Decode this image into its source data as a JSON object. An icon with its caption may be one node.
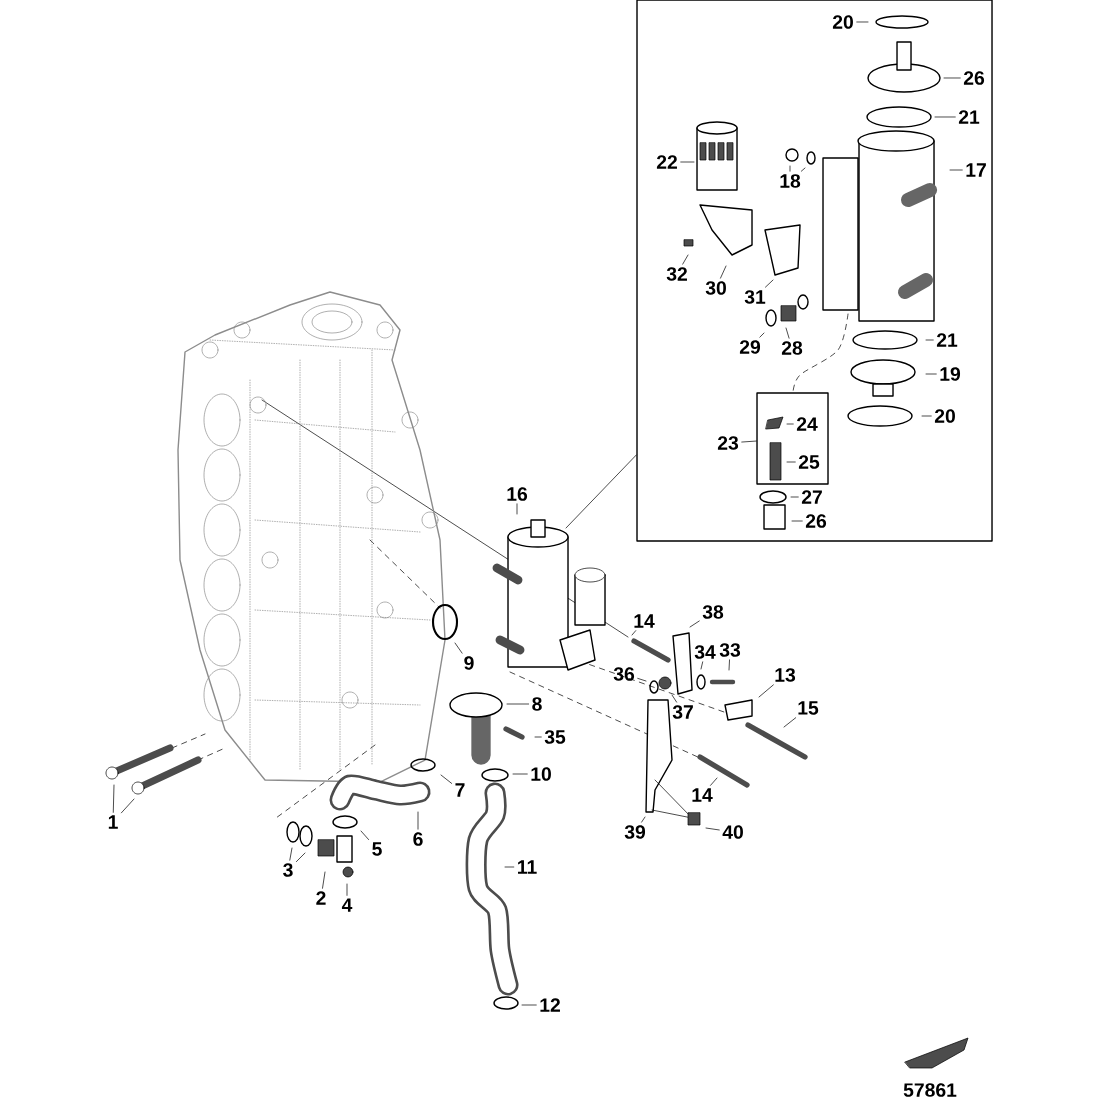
{
  "diagram": {
    "nodes": [
      {
        "text": [],
        "shape": "box"
      },
      {
        "text": [
          "20"
        ],
        "in": 0
      },
      {
        "text": [
          "26"
        ],
        "in": 0
      },
      {
        "text": [
          "21"
        ],
        "in": 0
      },
      {
        "text": [
          "22"
        ],
        "in": 0
      },
      {
        "text": [
          "18"
        ],
        "in": 0
      },
      {
        "text": [
          "17"
        ],
        "in": 0
      },
      {
        "text": [
          "32"
        ],
        "in": 0
      },
      {
        "text": [
          "30"
        ],
        "in": 0
      },
      {
        "text": [
          "31"
        ],
        "in": 0
      },
      {
        "text": [
          "21"
        ],
        "in": 0
      },
      {
        "text": [
          "29"
        ],
        "in": 0
      },
      {
        "text": [
          "28"
        ],
        "in": 0
      },
      {
        "text": [
          "19"
        ],
        "in": 0
      },
      {
        "text": [
          "20"
        ],
        "in": 0
      },
      {
        "text": [
          "23"
        ],
        "in": 0
      },
      {
        "text": [],
        "shape": "box",
        "in": 0
      },
      {
        "text": [
          "24"
        ],
        "in": 16
      },
      {
        "text": [
          "25"
        ],
        "in": 16
      },
      {
        "text": [
          "27"
        ],
        "in": 0
      },
      {
        "text": [
          "26"
        ],
        "in": 0
      },
      {
        "text": [
          "16"
        ]
      },
      {
        "text": [
          "14"
        ]
      },
      {
        "text": [
          "38"
        ]
      },
      {
        "text": [
          "33"
        ]
      },
      {
        "text": [
          "34"
        ]
      },
      {
        "text": [
          "9"
        ]
      },
      {
        "text": [
          "13"
        ]
      },
      {
        "text": [
          "36"
        ]
      },
      {
        "text": [
          "15"
        ]
      },
      {
        "text": [
          "37"
        ]
      },
      {
        "text": [
          "8"
        ]
      },
      {
        "text": [
          "35"
        ]
      },
      {
        "text": [
          "10"
        ]
      },
      {
        "text": [
          "7"
        ]
      },
      {
        "text": [
          "39"
        ]
      },
      {
        "text": [
          "5"
        ]
      },
      {
        "text": [
          "14"
        ]
      },
      {
        "text": [
          "6"
        ]
      },
      {
        "text": [
          "40"
        ]
      },
      {
        "text": [
          "11"
        ]
      },
      {
        "text": [
          "3"
        ]
      },
      {
        "text": [
          "2"
        ]
      },
      {
        "text": [
          "4"
        ]
      },
      {
        "text": [
          "12"
        ]
      },
      {
        "text": [
          "1"
        ]
      }
    ],
    "edges": [
      {
        "from": 0,
        "to": null,
        "arrow": "none"
      },
      {
        "from": 1,
        "to": null,
        "arrow": "none"
      },
      {
        "from": 2,
        "to": null,
        "arrow": "none"
      },
      {
        "from": 3,
        "to": null,
        "arrow": "none"
      },
      {
        "from": 4,
        "to": null,
        "arrow": "none"
      },
      {
        "from": 5,
        "to": null,
        "arrow": "none"
      },
      {
        "from": 5,
        "to": null,
        "arrow": "none"
      },
      {
        "from": 6,
        "to": null,
        "arrow": "none"
      },
      {
        "from": 7,
        "to": null,
        "arrow": "none"
      },
      {
        "from": 8,
        "to": null,
        "arrow": "none"
      },
      {
        "from": 9,
        "to": null,
        "arrow": "none"
      },
      {
        "from": 10,
        "to": null,
        "arrow": "none"
      },
      {
        "from": 11,
        "to": null,
        "arrow": "none"
      },
      {
        "from": 12,
        "to": null,
        "arrow": "none"
      },
      {
        "from": 13,
        "to": null,
        "arrow": "none"
      },
      {
        "from": 14,
        "to": null,
        "arrow": "none"
      },
      {
        "from": 15,
        "to": 16,
        "arrow": "none"
      },
      {
        "from": 17,
        "to": null,
        "arrow": "none"
      },
      {
        "from": 18,
        "to": null,
        "arrow": "none"
      },
      {
        "from": 19,
        "to": null,
        "arrow": "none"
      },
      {
        "from": 20,
        "to": null,
        "arrow": "none"
      },
      {
        "from": 21,
        "to": null,
        "arrow": "none"
      },
      {
        "from": 22,
        "to": null,
        "arrow": "none"
      },
      {
        "from": 23,
        "to": null,
        "arrow": "none"
      },
      {
        "from": 24,
        "to": null,
        "arrow": "none"
      },
      {
        "from": 25,
        "to": null,
        "arrow": "none"
      },
      {
        "from": 26,
        "to": null,
        "arrow": "none"
      },
      {
        "from": 27,
        "to": null,
        "arrow": "none"
      },
      {
        "from": 28,
        "to": null,
        "arrow": "none"
      },
      {
        "from": 29,
        "to": null,
        "arrow": "none"
      },
      {
        "from": 30,
        "to": null,
        "arrow": "none"
      },
      {
        "from": 31,
        "to": null,
        "arrow": "none"
      },
      {
        "from": 32,
        "to": null,
        "arrow": "none"
      },
      {
        "from": 33,
        "to": null,
        "arrow": "none"
      },
      {
        "from": 34,
        "to": null,
        "arrow": "none"
      },
      {
        "from": 35,
        "to": null,
        "arrow": "none"
      },
      {
        "from": 36,
        "to": null,
        "arrow": "none"
      },
      {
        "from": 37,
        "to": null,
        "arrow": "none"
      },
      {
        "from": 38,
        "to": null,
        "arrow": "none"
      },
      {
        "from": 39,
        "to": null,
        "arrow": "none"
      },
      {
        "from": 40,
        "to": null,
        "arrow": "none"
      },
      {
        "from": 41,
        "to": null,
        "arrow": "none"
      },
      {
        "from": 41,
        "to": null,
        "arrow": "none"
      },
      {
        "from": 42,
        "to": null,
        "arrow": "none"
      },
      {
        "from": 43,
        "to": null,
        "arrow": "none"
      },
      {
        "from": 44,
        "to": null,
        "arrow": "none"
      },
      {
        "from": 45,
        "to": null,
        "arrow": "none"
      },
      {
        "from": 45,
        "to": null,
        "arrow": "none"
      }
    ],
    "labels": [
      "57861"
    ]
  }
}
